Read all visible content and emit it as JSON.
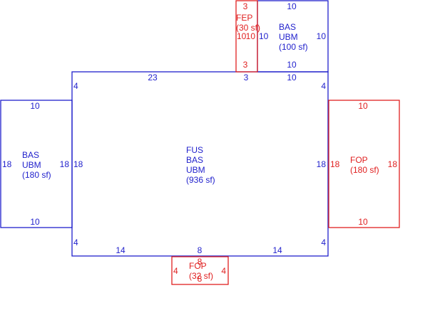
{
  "colors": {
    "living_area": "#1f1fcc",
    "porch": "#e02020"
  },
  "areas": {
    "main": {
      "lines": [
        "FUS",
        "BAS",
        "UBM",
        "(936 sf)"
      ]
    },
    "left_wing": {
      "lines": [
        "BAS",
        "UBM",
        "(180 sf)"
      ]
    },
    "top_addition": {
      "lines": [
        "BAS",
        "UBM",
        "(100 sf)"
      ]
    },
    "enclosed_porch": {
      "lines": [
        "FEP",
        "(30 sf)"
      ]
    },
    "right_porch": {
      "lines": [
        "FOP",
        "(180 sf)"
      ]
    },
    "bottom_porch": {
      "lines": [
        "FOP",
        "(32 sf)"
      ]
    }
  },
  "dimensions": {
    "main_top_left": "23",
    "main_top_mid": "3",
    "main_top_right": "10",
    "main_bottom_left": "14",
    "main_bottom_mid": "8",
    "main_bottom_right": "14",
    "main_left_upper": "4",
    "main_left_mid": "18",
    "main_left_lower": "4",
    "main_right_upper": "4",
    "main_right_mid": "18",
    "main_right_lower": "4",
    "left_wing_top": "10",
    "left_wing_bottom": "10",
    "left_wing_left": "18",
    "left_wing_right": "18",
    "top_addition_top": "10",
    "top_addition_bottom": "10",
    "top_addition_left": "10",
    "top_addition_right": "10",
    "enclosed_porch_top": "3",
    "enclosed_porch_bottom": "3",
    "enclosed_porch_left": "10",
    "enclosed_porch_right": "10",
    "right_porch_top": "10",
    "right_porch_bottom": "10",
    "right_porch_left": "18",
    "right_porch_right": "18",
    "bottom_porch_top": "8",
    "bottom_porch_bottom": "8",
    "bottom_porch_left": "4",
    "bottom_porch_right": "4"
  }
}
